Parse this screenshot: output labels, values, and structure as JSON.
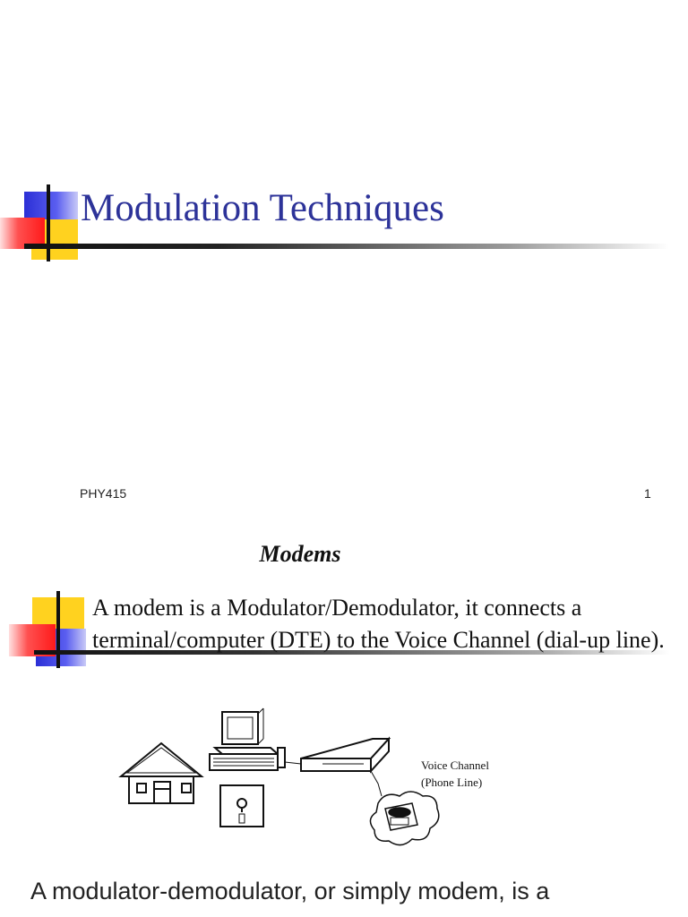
{
  "slide1": {
    "title": "Modulation Techniques",
    "footer_left": "PHY415",
    "footer_right": "1"
  },
  "slide2": {
    "title": "Modems",
    "body": "A modem is a Modulator/Demodulator, it connects a terminal/computer (DTE) to the Voice Channel (dial-up line).",
    "diagram": {
      "label_line1": "Voice Channel",
      "label_line2": "(Phone Line)"
    }
  },
  "bottom_text": "A modulator-demodulator, or simply modem, is a",
  "colors": {
    "title": "#2d3399",
    "deco_blue": "#2b2fd6",
    "deco_yellow": "#ffd21f",
    "deco_red": "#ff1a1a"
  }
}
